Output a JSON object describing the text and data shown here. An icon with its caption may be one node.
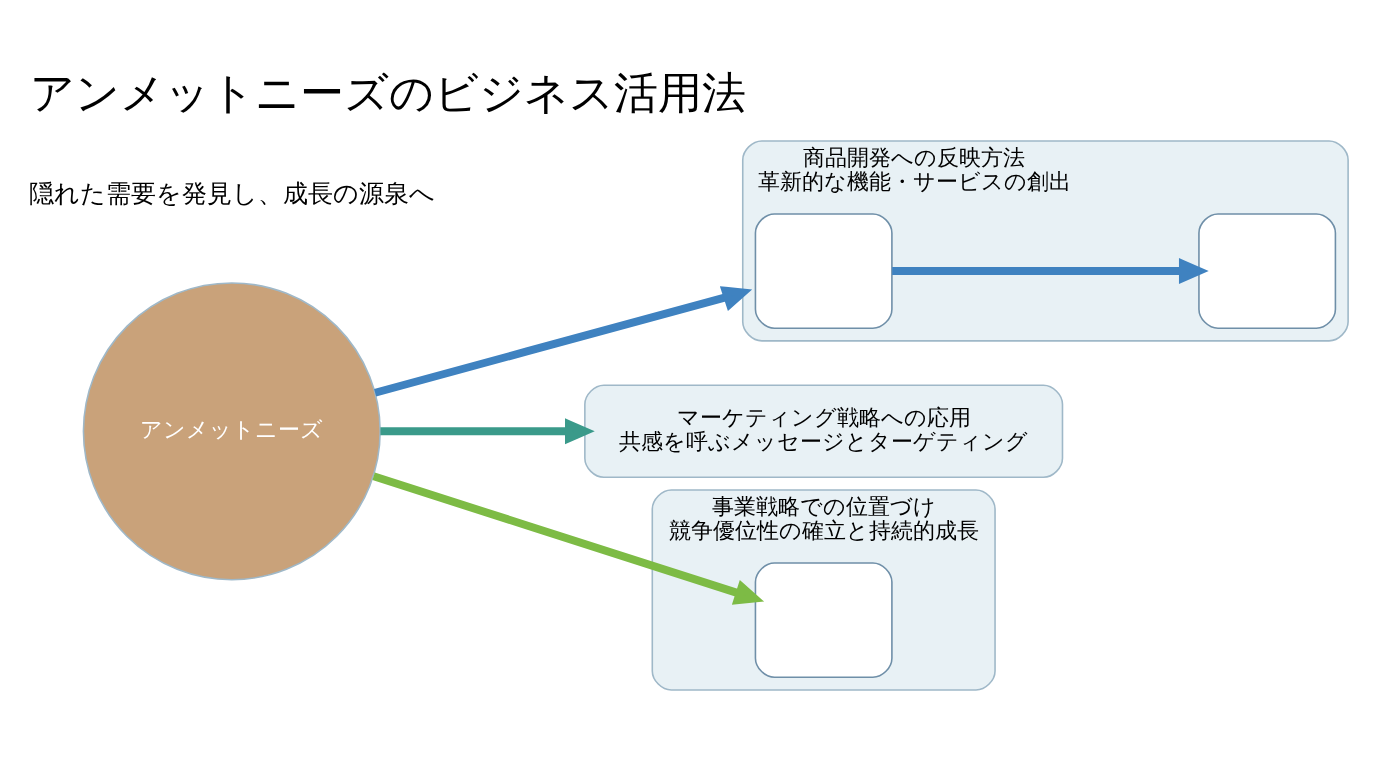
{
  "diagram": {
    "title": "アンメットニーズのビジネス活用法",
    "nodes": [
      {
        "text": [
          "アンメットニーズ"
        ]
      },
      {
        "text": [
          "商品開発への反映方法",
          "革新的な機能・サービスの創出"
        ]
      },
      {
        "text": [],
        "shape": "box",
        "in": 1
      },
      {
        "text": [],
        "shape": "box",
        "in": 1
      },
      {
        "text": [
          "マーケティング戦略への応用",
          "共感を呼ぶメッセージとターゲティング"
        ]
      },
      {
        "text": [
          "事業戦略での位置づけ",
          "競争優位性の確立と持続的成長"
        ]
      },
      {
        "text": [],
        "shape": "box",
        "in": 5
      }
    ],
    "edges": [
      {
        "from": 0,
        "to": 1,
        "arrow": "to",
        "color": "#3f82c0"
      },
      {
        "from": 2,
        "to": 3,
        "arrow": "to",
        "color": "#3f82c0"
      },
      {
        "from": 0,
        "to": 4,
        "arrow": "to",
        "color": "#3a9a8a"
      },
      {
        "from": 0,
        "to": 6,
        "arrow": "to",
        "color": "#7dbb45"
      }
    ],
    "labels": [
      "隠れた需要を発見し、成長の源泉へ"
    ]
  }
}
